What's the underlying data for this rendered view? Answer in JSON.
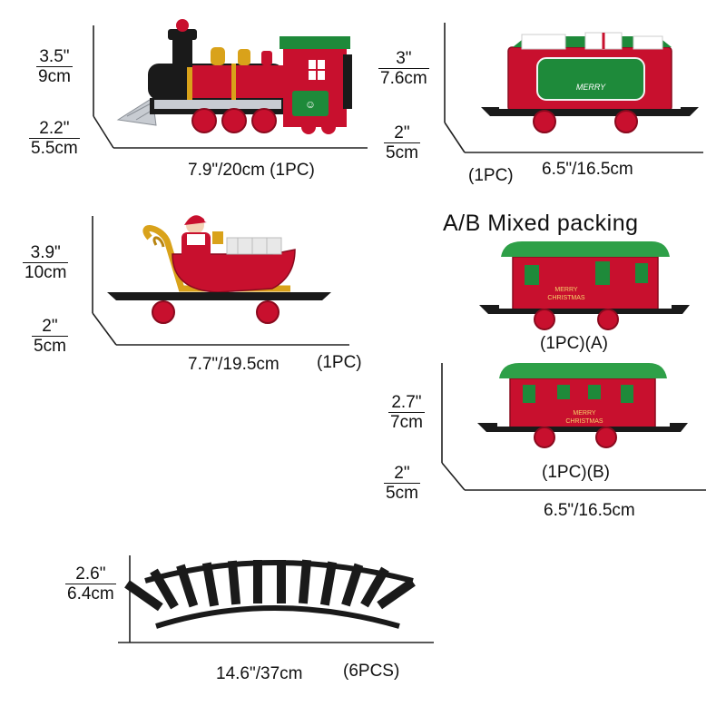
{
  "locomotive": {
    "height": {
      "in": "3.5\"",
      "cm": "9cm"
    },
    "width": {
      "in": "2.2\"",
      "cm": "5.5cm"
    },
    "length": "7.9\"/20cm (1PC)",
    "plate_text": "☺"
  },
  "coal_car": {
    "height": {
      "in": "3\"",
      "cm": "7.6cm"
    },
    "width": {
      "in": "2\"",
      "cm": "5cm"
    },
    "qty": "(1PC)",
    "length": "6.5\"/16.5cm",
    "panel_text": "MERRY"
  },
  "sleigh_car": {
    "height": {
      "in": "3.9\"",
      "cm": "10cm"
    },
    "width": {
      "in": "2\"",
      "cm": "5cm"
    },
    "length": "7.7\"/19.5cm",
    "qty": "(1PC)"
  },
  "passenger_cars": {
    "title": "A/B Mixed packing",
    "car_a": {
      "label": "(1PC)(A)",
      "sign_line1": "MERRY",
      "sign_line2": "CHRISTMAS"
    },
    "car_b": {
      "label": "(1PC)(B)",
      "sign_line1": "MERRY",
      "sign_line2": "CHRISTMAS"
    },
    "height": {
      "in": "2.7\"",
      "cm": "7cm"
    },
    "width": {
      "in": "2\"",
      "cm": "5cm"
    },
    "length": "6.5\"/16.5cm"
  },
  "track": {
    "height": {
      "in": "2.6\"",
      "cm": "6.4cm"
    },
    "length": "14.6\"/37cm",
    "qty": "(6PCS)"
  },
  "colors": {
    "red": "#c8102e",
    "green": "#1e8a3a",
    "black": "#1a1a1a",
    "gold": "#d9a21a",
    "silver": "#c8ccd2"
  }
}
